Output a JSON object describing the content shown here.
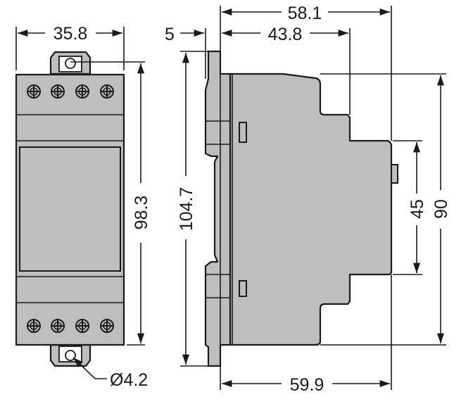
{
  "drawing": {
    "front_view": {
      "width_label": "35.8",
      "height_label": "98.3",
      "hole_label": "Ø4.2"
    },
    "side_view": {
      "overall_depth_label": "58.1",
      "rail_offset_label": "5",
      "front_depth_label": "43.8",
      "overall_height_label": "104.7",
      "body_height_label": "90",
      "front_height_label": "45",
      "bottom_depth_label": "59.9"
    },
    "colors": {
      "housing": "#bdbec0",
      "line": "#1a1a1a"
    }
  }
}
